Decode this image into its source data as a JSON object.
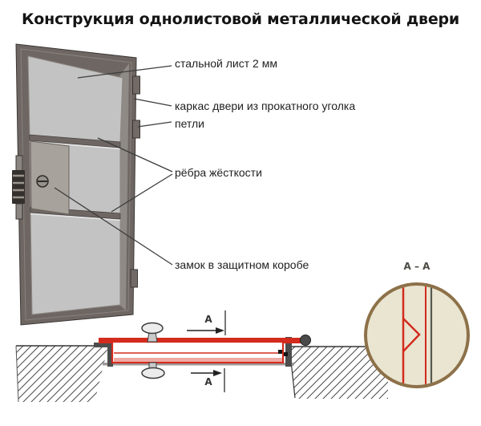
{
  "title": "Конструкция однолистовой металлической двери",
  "callouts": {
    "steel_sheet": "стальной лист 2 мм",
    "door_frame": "каркас двери из прокатного уголка",
    "hinges": "петли",
    "stiffening_ribs": "рёбра жёсткости",
    "lock_box": "замок в защитном коробе"
  },
  "section_view": {
    "label": "А – А",
    "cut_marker": "А"
  },
  "colors": {
    "red_accent": "#d32b1e",
    "pink_line": "#edaaa3",
    "door_frame_dark": "#6e6663",
    "door_panel_gray": "#c3c3c3",
    "lock_panel_gray": "#a7a29b",
    "detail_fill": "#e9e5d1",
    "detail_rim_brown": "#8d7149",
    "hatch_line": "#4a4a4a",
    "dark_line_olive": "#565b50"
  }
}
